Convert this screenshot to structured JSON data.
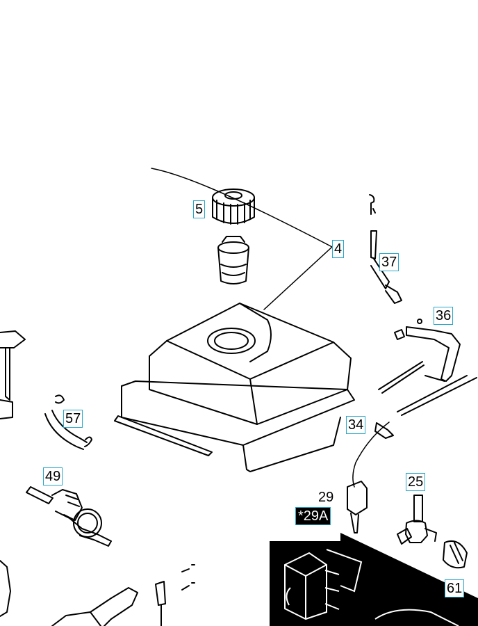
{
  "diagram": {
    "callouts": {
      "c5": "5",
      "c4": "4",
      "c37": "37",
      "c36": "36",
      "c57": "57",
      "c34": "34",
      "c49": "49",
      "c25": "25",
      "c29": "29",
      "c29a": "*29A",
      "c61": "61"
    }
  },
  "colors": {
    "callout_border": "#2aa7c9",
    "line": "#000000",
    "background": "#ffffff"
  }
}
